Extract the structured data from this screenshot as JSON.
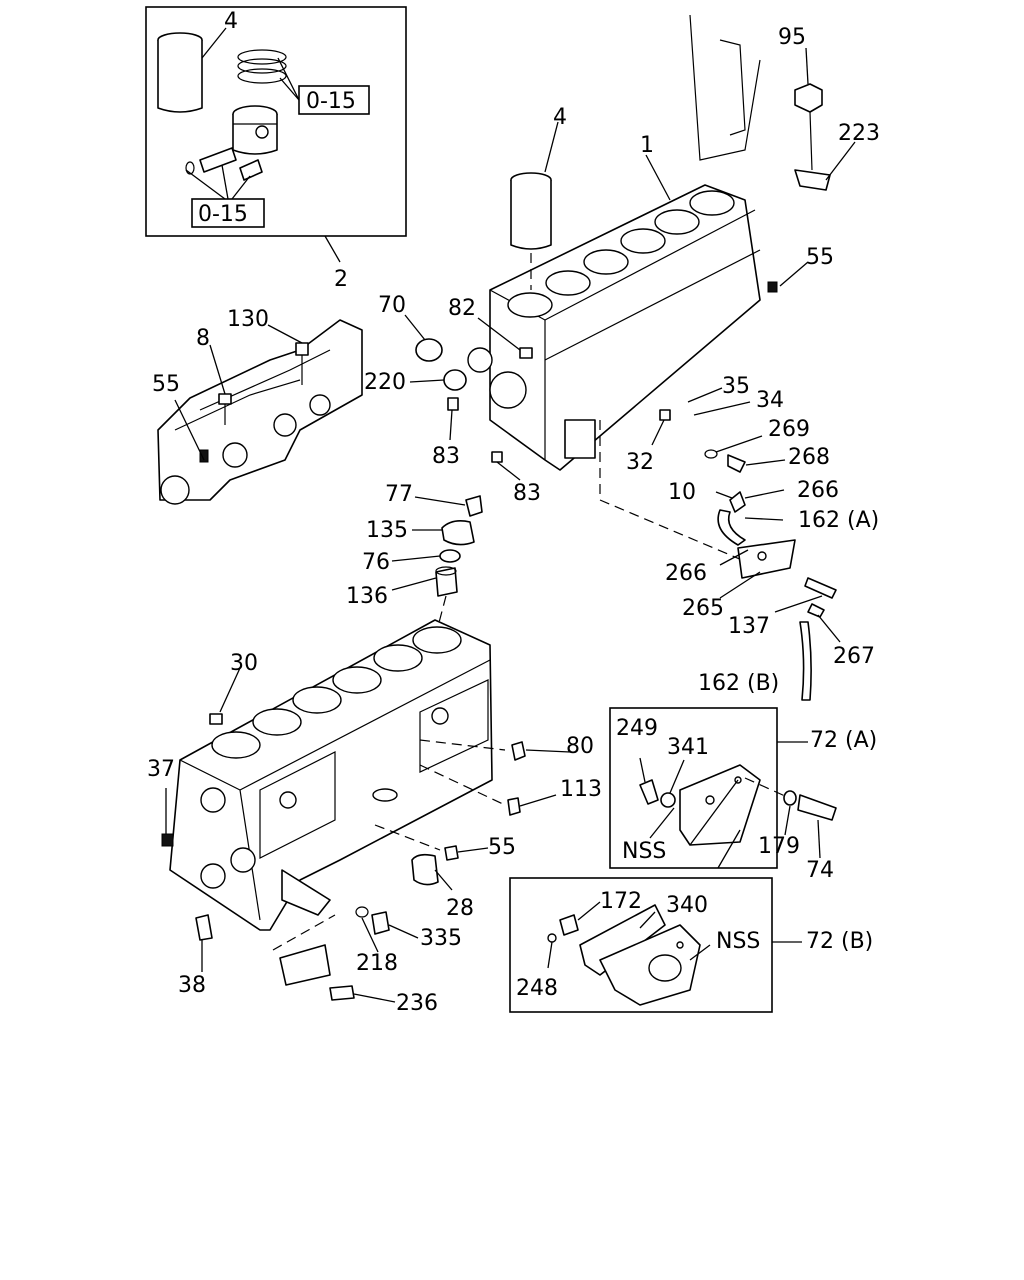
{
  "diagram": {
    "callouts": {
      "4_top": "4",
      "0_15_a": "0-15",
      "0_15_b": "0-15",
      "2": "2",
      "4_mid": "4",
      "1": "1",
      "95": "95",
      "223": "223",
      "55_right": "55",
      "70": "70",
      "82": "82",
      "130": "130",
      "8": "8",
      "55_left": "55",
      "220": "220",
      "35": "35",
      "34": "34",
      "83_a": "83",
      "32": "32",
      "269": "269",
      "268": "268",
      "83_b": "83",
      "10": "10",
      "266_a": "266",
      "162A": "162 (A)",
      "77": "77",
      "135": "135",
      "76": "76",
      "136": "136",
      "266_b": "266",
      "265": "265",
      "137": "137",
      "267": "267",
      "162B": "162 (B)",
      "30": "30",
      "80": "80",
      "249": "249",
      "341": "341",
      "72A": "72 (A)",
      "37": "37",
      "113": "113",
      "nss_a": "NSS",
      "179": "179",
      "74": "74",
      "55_low": "55",
      "28": "28",
      "172": "172",
      "340": "340",
      "nss_b": "NSS",
      "72B": "72 (B)",
      "335": "335",
      "248": "248",
      "38": "38",
      "218": "218",
      "236": "236"
    }
  }
}
